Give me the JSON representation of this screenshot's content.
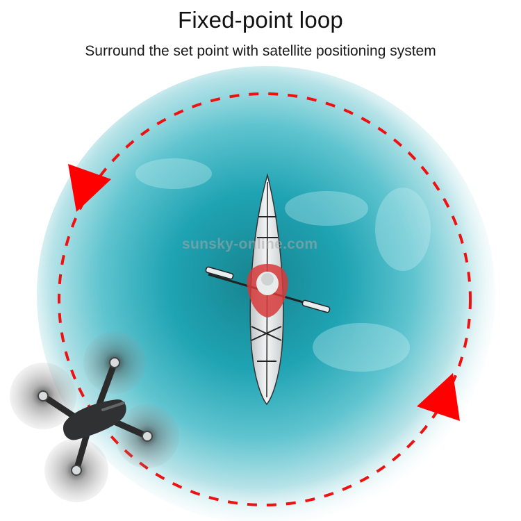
{
  "header": {
    "title": "Fixed-point loop",
    "subtitle": "Surround the set point with satellite positioning system"
  },
  "watermark": "sunsky-online.com",
  "illustration": {
    "loop_path": "dashed-circle",
    "loop_color": "#ee1111",
    "arrow_color": "#ff0000",
    "water_color": "#1f9fb0",
    "subject": "kayak",
    "device": "drone"
  }
}
